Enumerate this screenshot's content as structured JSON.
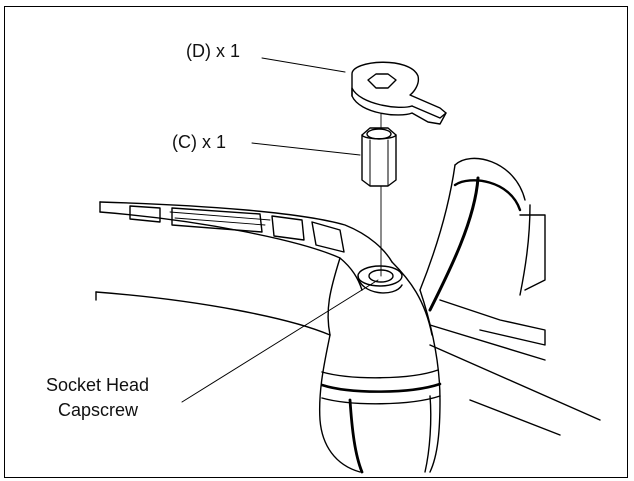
{
  "labels": {
    "part_d": "(D) x 1",
    "part_c": "(C) x 1",
    "screw_line1": "Socket Head",
    "screw_line2": "Capscrew"
  },
  "colors": {
    "stroke": "#000000",
    "background": "#ffffff"
  }
}
